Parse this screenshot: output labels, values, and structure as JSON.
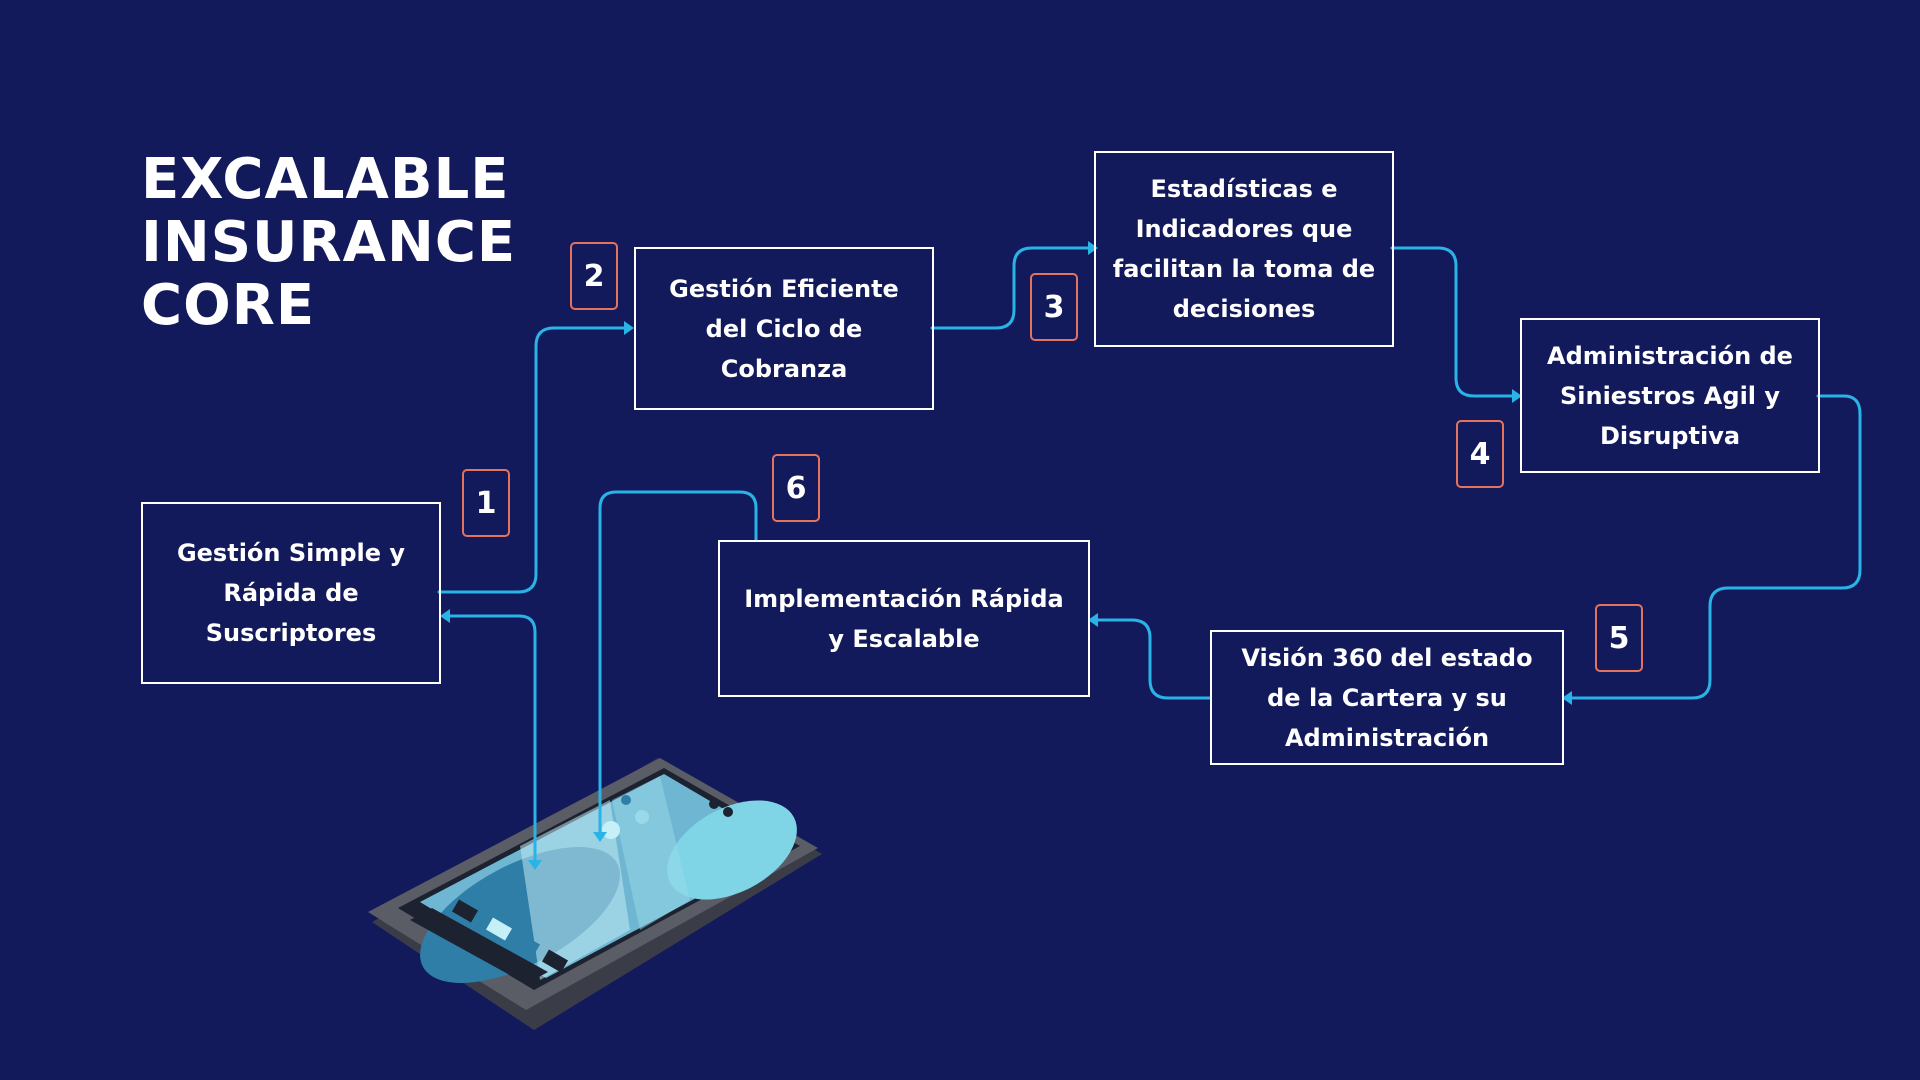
{
  "title": {
    "line1": "EXCALABLE",
    "line2": "INSURANCE",
    "line3": "CORE"
  },
  "steps": [
    {
      "number": "1",
      "label": "Gestión Simple y Rápida de Suscriptores"
    },
    {
      "number": "2",
      "label": "Gestión Eficiente del Ciclo de Cobranza"
    },
    {
      "number": "3",
      "label": "Estadísticas e Indicadores que facilitan la toma de decisiones"
    },
    {
      "number": "4",
      "label": "Administración de Siniestros Agil y Disruptiva"
    },
    {
      "number": "5",
      "label": "Visión 360 del estado de la Cartera y su Administración"
    },
    {
      "number": "6",
      "label": "Implementación Rápida y Escalable"
    }
  ],
  "colors": {
    "background": "#131a5b",
    "connector": "#29b3e6",
    "badge_border": "#e3735c",
    "box_border": "#ffffff"
  },
  "illustration": {
    "icon": "smartphone-icon"
  }
}
